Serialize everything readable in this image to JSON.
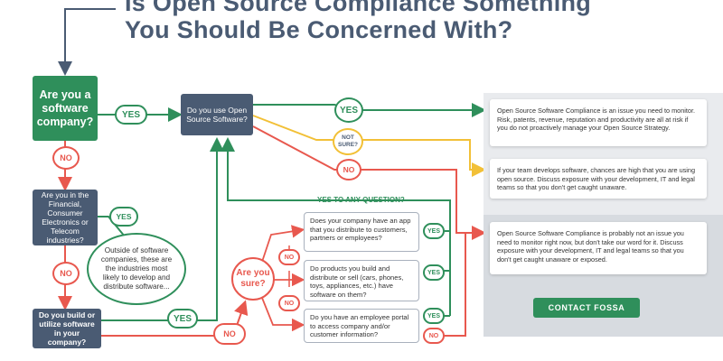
{
  "title": {
    "line1": "Is Open Source Compliance Something",
    "line2": "You Should Be Concerned With?"
  },
  "colors": {
    "green": "#2f8f5b",
    "slate": "#4a5b73",
    "red": "#e8584e",
    "yellow": "#f2c037"
  },
  "nodes": {
    "software_company": "Are you a software company?",
    "use_open_source": "Do you use Open Source Software?",
    "industries": "Are you in the Financial, Consumer Electronics or Telecom industries?",
    "build_utilize": "Do you build or utilize software in your company?",
    "are_you_sure": "Are you sure?",
    "outside_note": "Outside of software companies, these are the industries most likely to develop and distribute software..."
  },
  "labels": {
    "yes": "YES",
    "no": "NO",
    "not_sure": "NOT SURE?",
    "yes_to_any": "YES TO ANY QUESTION?"
  },
  "questions": [
    "Does your company have an app that you distribute to customers, partners or employees?",
    "Do products you build and distribute or sell (cars, phones, toys, appliances, etc.) have software on them?",
    "Do you have an employee portal to access company and/or customer information?"
  ],
  "outcomes": [
    "Open Source Software Compliance is an issue you need to monitor. Risk, patents, revenue, reputation and productivity are all at risk if you do not proactively manage your Open Source Strategy.",
    "If your team develops software, chances are high that you are using open source. Discuss exposure with your development, IT and legal teams so that you don't get caught unaware.",
    "Open Source Software Compliance is probably not an issue you need to monitor right now, but don't take our word for it. Discuss exposure with your development, IT and legal teams so that you don't get caught unaware or exposed."
  ],
  "cta": "CONTACT FOSSA"
}
